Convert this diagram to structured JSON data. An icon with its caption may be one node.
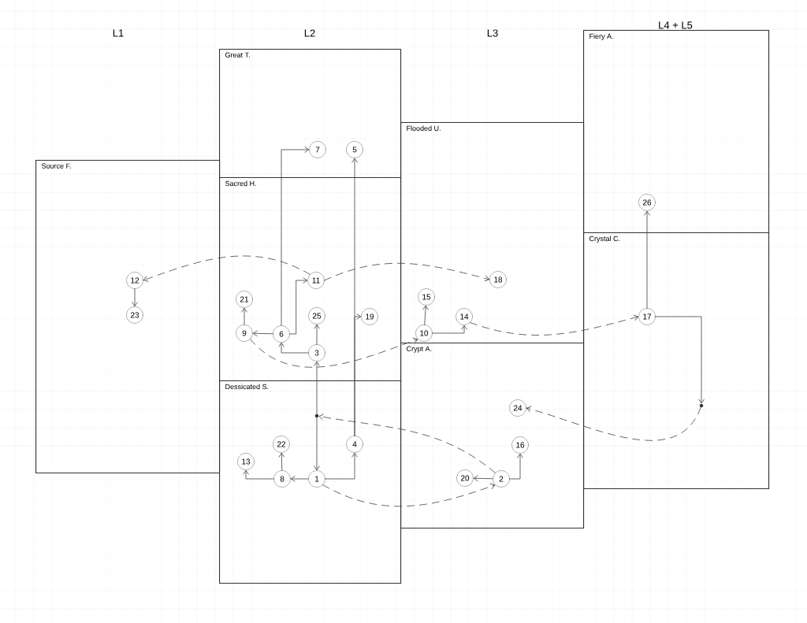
{
  "diagram": {
    "nodes": [
      {
        "text": [
          "Great T."
        ]
      },
      {
        "text": [
          "Fiery A."
        ]
      },
      {
        "text": [
          "Flooded U."
        ]
      },
      {
        "text": [
          "Source F."
        ]
      },
      {
        "text": [
          "Sacred H."
        ]
      },
      {
        "text": [
          "Crypt A."
        ]
      },
      {
        "text": [
          "Crystal C."
        ]
      },
      {
        "text": [
          "Dessicated S."
        ]
      },
      {
        "text": [
          "1"
        ],
        "in": 7
      },
      {
        "text": [
          "2"
        ],
        "in": 5
      },
      {
        "text": [
          "3"
        ],
        "in": 4
      },
      {
        "text": [
          "4"
        ],
        "in": 7
      },
      {
        "text": [
          "5"
        ],
        "in": 0
      },
      {
        "text": [
          "6"
        ],
        "in": 4
      },
      {
        "text": [
          "7"
        ],
        "in": 0
      },
      {
        "text": [
          "8"
        ],
        "in": 7
      },
      {
        "text": [
          "9"
        ],
        "in": 4
      },
      {
        "text": [
          "10"
        ],
        "in": 2
      },
      {
        "text": [
          "11"
        ],
        "in": 4
      },
      {
        "text": [
          "12"
        ],
        "in": 3
      },
      {
        "text": [
          "13"
        ],
        "in": 7
      },
      {
        "text": [
          "14"
        ],
        "in": 2
      },
      {
        "text": [
          "15"
        ],
        "in": 2
      },
      {
        "text": [
          "16"
        ],
        "in": 5
      },
      {
        "text": [
          "17"
        ],
        "in": 6
      },
      {
        "text": [
          "18"
        ],
        "in": 2
      },
      {
        "text": [
          "19"
        ],
        "in": 4
      },
      {
        "text": [
          "20"
        ],
        "in": 5
      },
      {
        "text": [
          "21"
        ],
        "in": 4
      },
      {
        "text": [
          "22"
        ],
        "in": 7
      },
      {
        "text": [
          "23"
        ],
        "in": 3
      },
      {
        "text": [
          "24"
        ],
        "in": 5
      },
      {
        "text": [
          "25"
        ],
        "in": 4
      },
      {
        "text": [
          "26"
        ],
        "in": 1
      },
      {
        "text": [],
        "shape": "dot",
        "in": 7
      },
      {
        "text": [],
        "shape": "dot",
        "in": 6
      }
    ],
    "edges": [
      {
        "from": 10,
        "to": 32,
        "arrow": "to"
      },
      {
        "from": 10,
        "to": 13,
        "arrow": "to"
      },
      {
        "from": 13,
        "to": 16,
        "arrow": "to"
      },
      {
        "from": 13,
        "to": 14,
        "arrow": "to"
      },
      {
        "from": 13,
        "to": 18,
        "arrow": "to"
      },
      {
        "from": 16,
        "to": 28,
        "arrow": "to"
      },
      {
        "from": 18,
        "to": 19,
        "arrow": "to",
        "style": "dashed"
      },
      {
        "from": 18,
        "to": 25,
        "arrow": "to",
        "style": "dashed"
      },
      {
        "from": 19,
        "to": 30,
        "arrow": "to"
      },
      {
        "from": 8,
        "to": 15,
        "arrow": "to"
      },
      {
        "from": 15,
        "to": 20,
        "arrow": "to"
      },
      {
        "from": 15,
        "to": 29,
        "arrow": "to"
      },
      {
        "from": 8,
        "to": 11,
        "arrow": "to"
      },
      {
        "from": 11,
        "to": 12,
        "arrow": "to"
      },
      {
        "from": 11,
        "to": 26,
        "arrow": "to"
      },
      {
        "from": 34,
        "to": 10,
        "arrow": "to"
      },
      {
        "from": 34,
        "to": 8,
        "arrow": "to"
      },
      {
        "from": 9,
        "to": 34,
        "arrow": "to",
        "style": "dashed"
      },
      {
        "from": 8,
        "to": 9,
        "arrow": "to",
        "style": "dashed"
      },
      {
        "from": 16,
        "to": 17,
        "arrow": "to",
        "style": "dashed"
      },
      {
        "from": 9,
        "to": 27,
        "arrow": "to"
      },
      {
        "from": 9,
        "to": 23,
        "arrow": "to"
      },
      {
        "from": 17,
        "to": 22,
        "arrow": "to"
      },
      {
        "from": 17,
        "to": 21,
        "arrow": "to"
      },
      {
        "from": 21,
        "to": 24,
        "arrow": "to",
        "style": "dashed"
      },
      {
        "from": 24,
        "to": 33,
        "arrow": "to"
      },
      {
        "from": 24,
        "to": 35,
        "arrow": "to"
      },
      {
        "from": 35,
        "to": 31,
        "arrow": "to",
        "style": "dashed"
      }
    ],
    "labels": [
      "L1",
      "L2",
      "L3",
      "L4 + L5"
    ]
  }
}
